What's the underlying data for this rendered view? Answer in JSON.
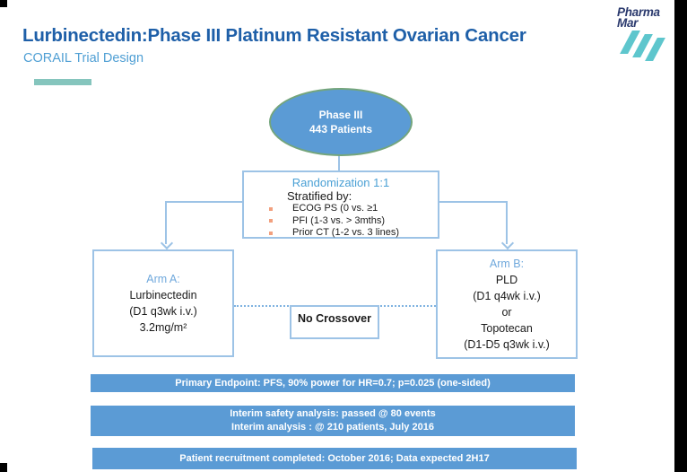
{
  "header": {
    "title": "Lurbinectedin:Phase III Platinum Resistant Ovarian Cancer",
    "subtitle": "CORAIL Trial Design",
    "logo": {
      "line1": "Pharma",
      "line2": "Mar"
    }
  },
  "colors": {
    "title_blue": "#1e5fa8",
    "subtitle_blue": "#4f9fd4",
    "accent_teal": "#85c5bd",
    "node_banner_blue": "#5b9bd5",
    "connector_blue": "#9dc3e6",
    "arm_label_blue": "#6fa8dc",
    "bullet_salmon": "#f2a07e",
    "logo_teal": "#5ec6cd"
  },
  "flowchart": {
    "phase_node": {
      "line1": "Phase III",
      "line2": "443 Patients"
    },
    "randomization": {
      "title": "Randomization 1:1",
      "subtitle": "Stratified by:",
      "bullets": [
        "ECOG PS (0 vs. ≥1",
        "PFI (1-3 vs. > 3mths)",
        "Prior CT (1-2 vs. 3 lines)"
      ]
    },
    "arm_a": {
      "label": "Arm A:",
      "lines": [
        "Lurbinectedin",
        "(D1 q3wk i.v.)",
        "3.2mg/m²"
      ]
    },
    "arm_b": {
      "label": "Arm B:",
      "lines": [
        "PLD",
        "(D1 q4wk i.v.)",
        "or",
        "Topotecan",
        "(D1-D5 q3wk i.v.)"
      ]
    },
    "no_crossover": "No Crossover"
  },
  "banners": [
    {
      "lines": [
        "Primary Endpoint: PFS, 90% power for HR=0.7; p=0.025 (one-sided)"
      ]
    },
    {
      "lines": [
        "Interim safety analysis: passed @  80 events",
        "Interim analysis : @ 210 patients, July 2016"
      ]
    },
    {
      "lines": [
        "Patient recruitment completed: October 2016; Data expected 2H17"
      ]
    }
  ]
}
